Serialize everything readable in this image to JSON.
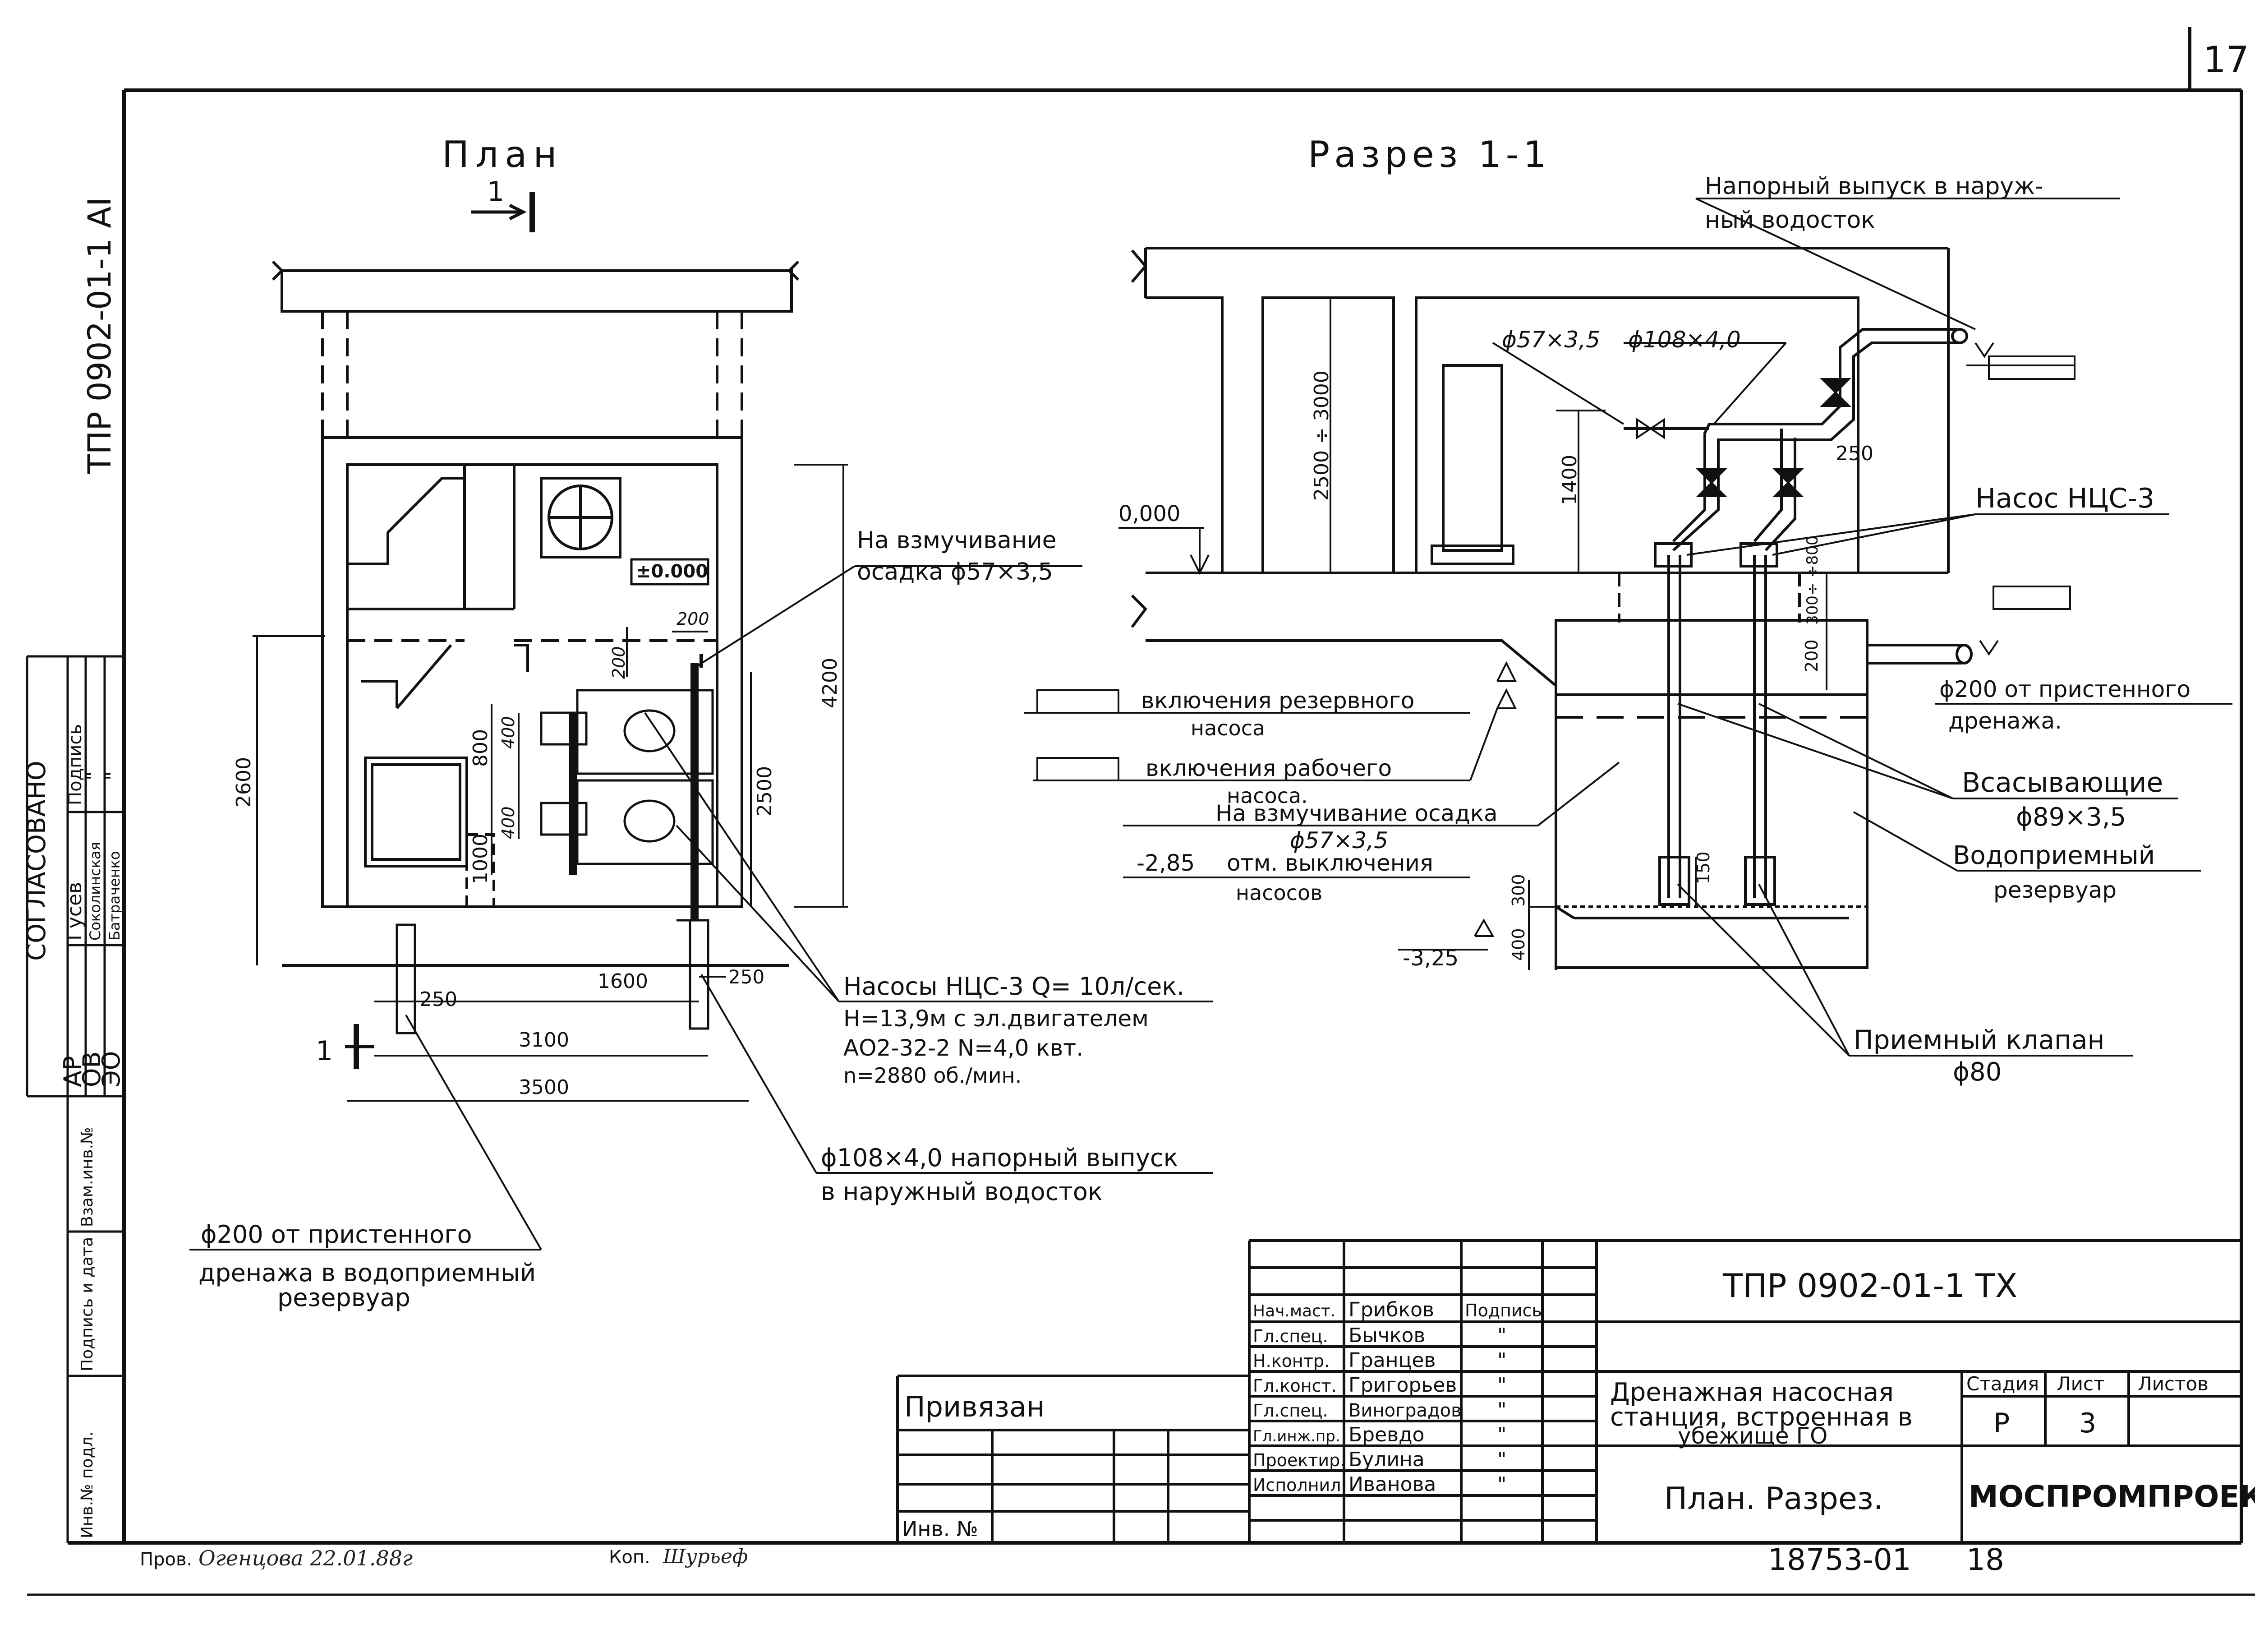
{
  "sheet_number": "17",
  "side_code": "ТПР 0902-01-1 АI",
  "soglasovano": {
    "title": "СОГЛАСОВАНО",
    "header_sign": "Подпись",
    "rows": [
      {
        "dept": "АР",
        "name": "Гусев",
        "sign": ""
      },
      {
        "dept": "ОВ",
        "name": "Соколинская",
        "sign": "\""
      },
      {
        "dept": "ЭО",
        "name": "Батраченко",
        "sign": "\""
      }
    ]
  },
  "side_stamp": [
    "Инв.№ подл.",
    "Подпись и дата",
    "Взам.инв.№"
  ],
  "plan": {
    "title": "План",
    "cut_label": "1",
    "level": "±0.000",
    "dims": {
      "d200a": "200",
      "d200b": "200",
      "d400a": "400",
      "d800": "800",
      "d400b": "400",
      "d1000": "1000",
      "d2600": "2600",
      "d2500": "2500",
      "d4200": "4200",
      "d1600": "1600",
      "d250a": "250",
      "d250b": "250",
      "d3100": "3100",
      "d3500": "3500"
    },
    "callouts": {
      "vzm_1": "На взмучивание",
      "vzm_2": "осадка ϕ57×3,5",
      "pumps_1": "Насосы НЦС-3  Q= 10л/сек.",
      "pumps_2": "Н=13,9м с эл.двигателем",
      "pumps_3": "АО2-32-2  N=4,0 квт.",
      "pumps_4": "n=2880 об./мин.",
      "out_1": "ϕ108×4,0 напорный выпуск",
      "out_2": "в наружный водосток",
      "drain_1": "ϕ200 от пристенного",
      "drain_2": "дренажа в водоприемный",
      "drain_3": "резервуар"
    }
  },
  "section": {
    "title": "Разрез 1-1",
    "levels": {
      "zero": "0,000",
      "l285": "-2,85",
      "l325": "-3,25"
    },
    "dims": {
      "h2500": "2500 ÷ 3000",
      "h1400": "1400",
      "d250": "250",
      "d300800": "300÷ ÷800",
      "d200": "200",
      "d150": "150",
      "d300": "300",
      "d400": "400"
    },
    "callouts": {
      "pipe57": "ϕ57×3,5",
      "pipe108": "ϕ108×4,0",
      "outlet_1": "Напорный выпуск в наруж-",
      "outlet_2": "ный   водосток",
      "pump": "Насос НЦС-3",
      "drain_1": "ϕ200 от пристенного",
      "drain_2": "дренажа.",
      "suction_1": "Всасывающие",
      "suction_2": "ϕ89×3,5",
      "reservoir_1": "Водоприемный",
      "reservoir_2": "резервуар",
      "valve_1": "Приемный клапан",
      "valve_2": "ϕ80",
      "res_on_1": "включения  резервного",
      "res_on_2": "насоса",
      "work_on_1": "включения  рабочего",
      "work_on_2": "насоса.",
      "vzm_1": "На взмучивание осадка",
      "vzm_2": "ϕ57×3,5",
      "off_1": "отм.  выключения",
      "off_2": "насосов"
    }
  },
  "title_block": {
    "doc_code": "ТПР 0902-01-1    ТХ",
    "title_1": "Дренажная  насосная",
    "title_2": "станция, встроенная в",
    "title_3": "убежище ГО",
    "sheet_name": "План.  Разрез.",
    "stage_hdr": "Стадия",
    "list_hdr": "Лист",
    "lists_hdr": "Листов",
    "stage": "Р",
    "list": "3",
    "lists": "",
    "org": "МОСПРОМПРОЕКТ",
    "privyazan": "Привязан",
    "inv": "Инв. №",
    "sign_hdr": "Подпись",
    "staff": [
      {
        "role": "Нач.маст.",
        "name": "Грибков",
        "sign": ""
      },
      {
        "role": "Гл.спец.",
        "name": "Бычков",
        "sign": "\""
      },
      {
        "role": "Н.контр.",
        "name": "Гранцев",
        "sign": "\""
      },
      {
        "role": "Гл.конст.",
        "name": "Григорьев",
        "sign": "\""
      },
      {
        "role": "Гл.спец.",
        "name": "Виноградов",
        "sign": "\""
      },
      {
        "role": "Гл.инж.пр.",
        "name": "Бревдо",
        "sign": "\""
      },
      {
        "role": "Проектир.",
        "name": "Булина",
        "sign": "\""
      },
      {
        "role": "Исполнил",
        "name": "Иванова",
        "sign": "\""
      }
    ]
  },
  "footer": {
    "prov": "Пров.",
    "prov_sign": "Огенцова 22.01.88г",
    "kop": "Коп.",
    "kop_sign": "Шурьеф",
    "archive": "18753-01",
    "page": "18"
  }
}
